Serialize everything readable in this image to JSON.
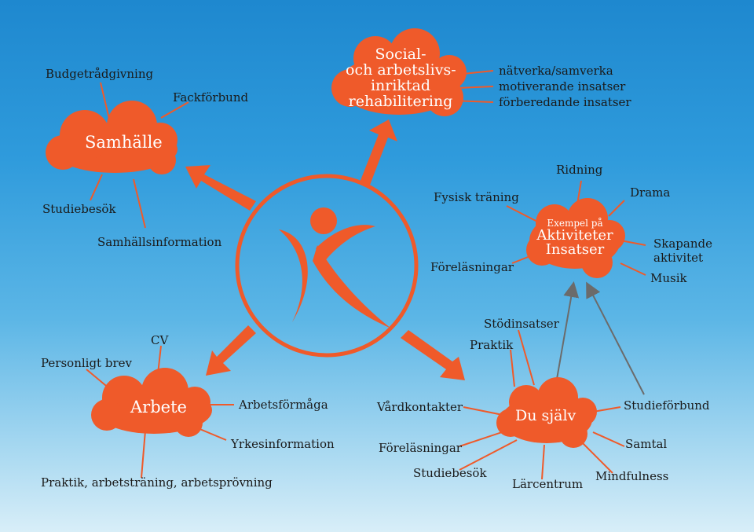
{
  "colors": {
    "accent": "#ef5a2a",
    "text": "#1a1a1a",
    "hub_text": "#ffffff",
    "connector": "#6b6b6b"
  },
  "icons": {
    "center": "person-k-logo-icon"
  },
  "hubs": {
    "rehab": {
      "line1": "Social-",
      "line2": "och arbetslivs-",
      "line3": "inriktad",
      "line4": "rehabilitering"
    },
    "samhalle": {
      "label": "Samhälle"
    },
    "aktiviteter": {
      "line1": "Exempel på",
      "line2": "Aktiviteter",
      "line3": "Insatser"
    },
    "arbete": {
      "label": "Arbete"
    },
    "du_sjalv": {
      "label": "Du själv"
    }
  },
  "rehab_items": [
    "nätverka/samverka",
    "motiverande insatser",
    "förberedande insatser"
  ],
  "samhalle_items": [
    "Budgetrådgivning",
    "Fackförbund",
    "Studiebesök",
    "Samhällsinformation"
  ],
  "aktiviteter_items": [
    "Ridning",
    "Drama",
    "Fysisk träning",
    "Skapande",
    "aktivitet",
    "Föreläsningar",
    "Musik"
  ],
  "arbete_items": [
    "Personligt brev",
    "CV",
    "Arbetsförmåga",
    "Yrkesinformation",
    "Praktik, arbetsträning, arbetsprövning"
  ],
  "du_sjalv_items": [
    "Stödinsatser",
    "Praktik",
    "Vårdkontakter",
    "Föreläsningar",
    "Studiebesök",
    "Lärcentrum",
    "Mindfulness",
    "Samtal",
    "Studieförbund"
  ]
}
